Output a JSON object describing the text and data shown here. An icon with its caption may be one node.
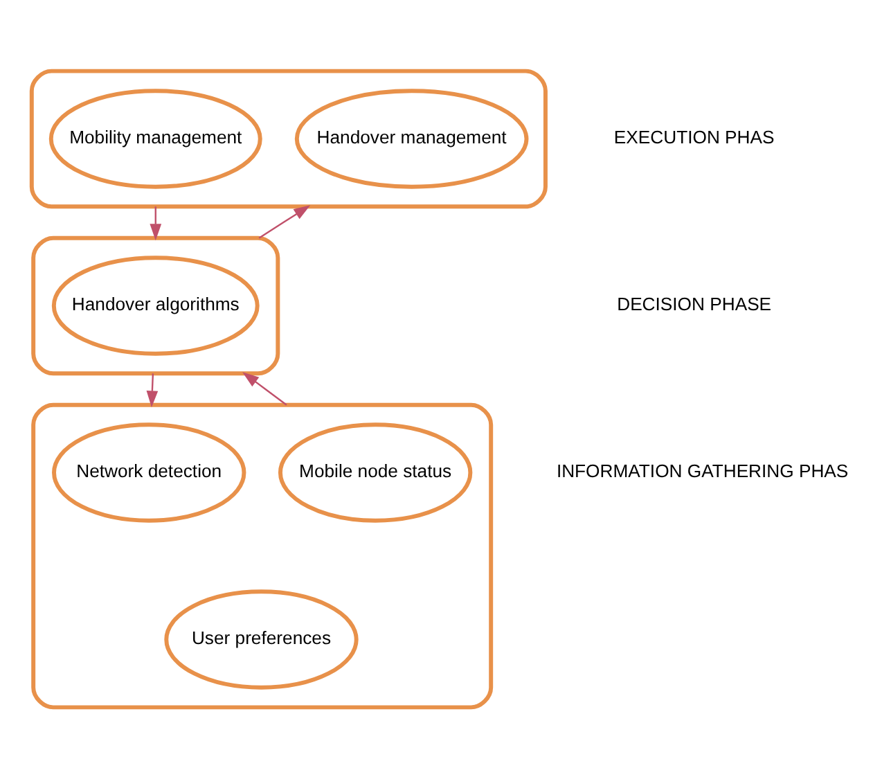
{
  "diagram": {
    "nodes": [
      {
        "text": [],
        "shape": "box"
      },
      {
        "text": [
          "Mobility management"
        ],
        "in": 0
      },
      {
        "text": [
          "Handover management"
        ],
        "in": 0
      },
      {
        "text": [],
        "shape": "box"
      },
      {
        "text": [
          "Handover algorithms"
        ],
        "in": 3
      },
      {
        "text": [],
        "shape": "box"
      },
      {
        "text": [
          "Network detection"
        ],
        "in": 5
      },
      {
        "text": [
          "Mobile node status"
        ],
        "in": 5
      },
      {
        "text": [
          "User preferences"
        ],
        "in": 5
      }
    ],
    "edges": [
      {
        "from": 0,
        "to": 3,
        "arrow": "to"
      },
      {
        "from": 3,
        "to": 0,
        "arrow": "to"
      },
      {
        "from": 3,
        "to": 5,
        "arrow": "to"
      },
      {
        "from": 5,
        "to": 3,
        "arrow": "to"
      }
    ],
    "labels": [
      "EXECUTION PHAS",
      "DECISION PHASE",
      "INFORMATION GATHERING PHAS"
    ]
  }
}
